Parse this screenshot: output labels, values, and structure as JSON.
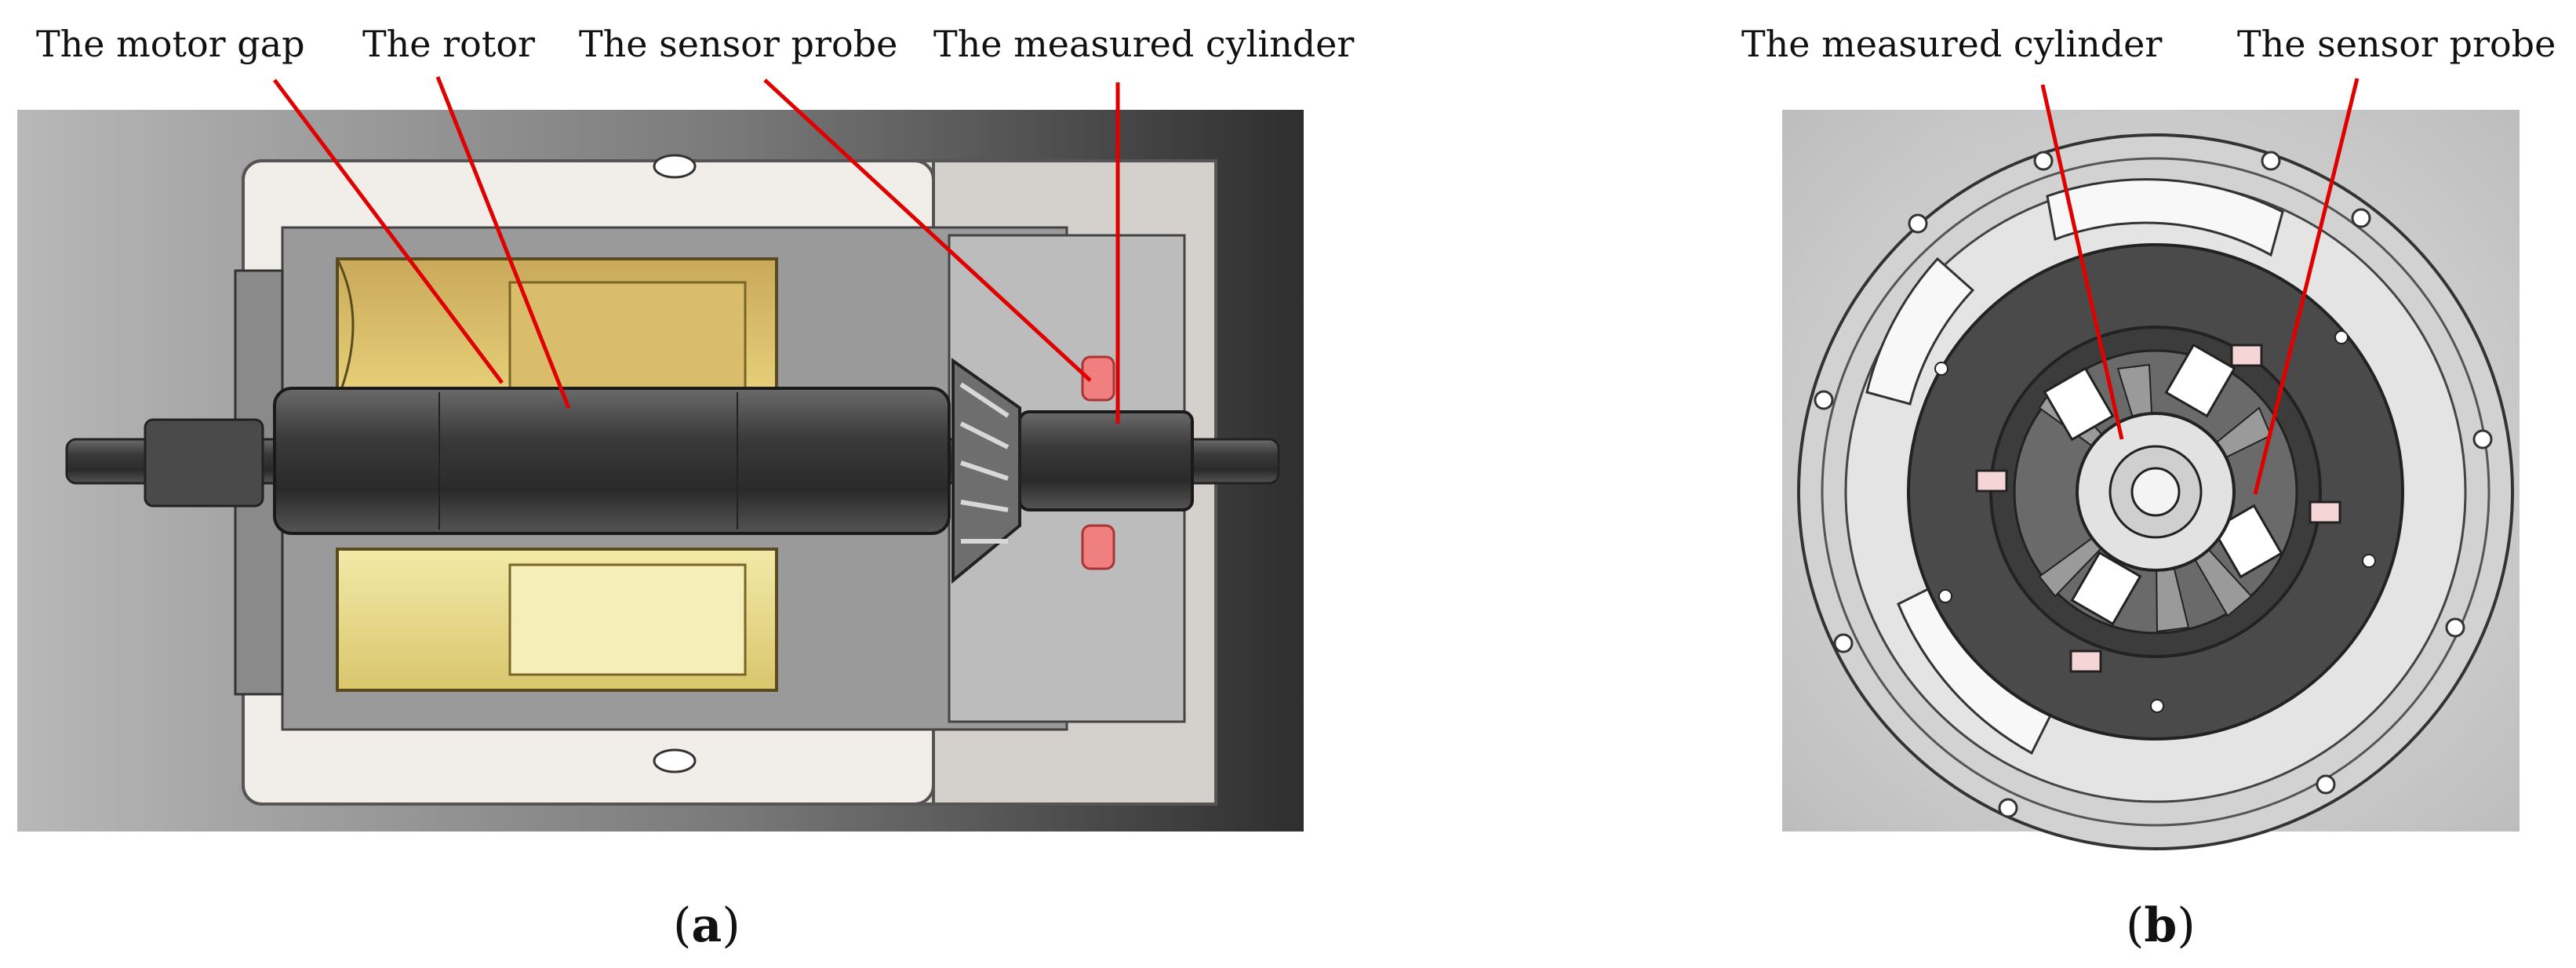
{
  "panel_a": {
    "labels": {
      "motor_gap": "The motor gap",
      "rotor": "The rotor",
      "sensor_probe": "The sensor probe",
      "measured_cylinder": "The measured cylinder"
    },
    "caption": {
      "open": "(",
      "letter": "a",
      "close": ")"
    }
  },
  "panel_b": {
    "labels": {
      "measured_cylinder": "The measured cylinder",
      "sensor_probe": "The sensor probe"
    },
    "caption": {
      "open": "(",
      "letter": "b",
      "close": ")"
    }
  },
  "colors": {
    "leader": "#e00000",
    "coil": "#e8d27a",
    "probe": "#f08080"
  }
}
